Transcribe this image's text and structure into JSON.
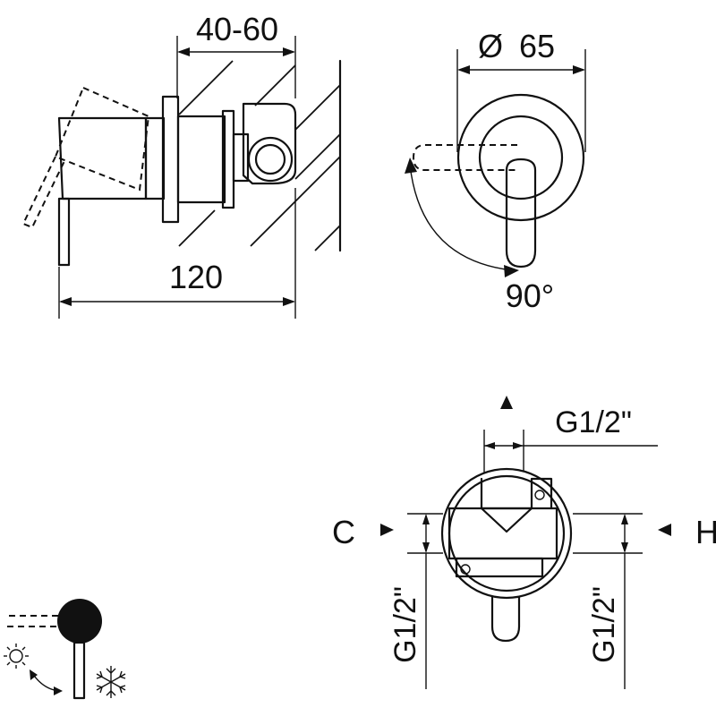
{
  "dimensions": {
    "depth_range": "40-60",
    "diameter_symbol": "Ø",
    "diameter_value": "65",
    "total_length": "120",
    "rotation": "90°",
    "outlet_thread": "G1/2\"",
    "cold_thread": "G1/2\"",
    "hot_thread": "G1/2\""
  },
  "ports": {
    "cold_label": "C",
    "hot_label": "H"
  },
  "icons": [
    "sun-icon",
    "snowflake-icon",
    "rotation-arrow-icon"
  ]
}
